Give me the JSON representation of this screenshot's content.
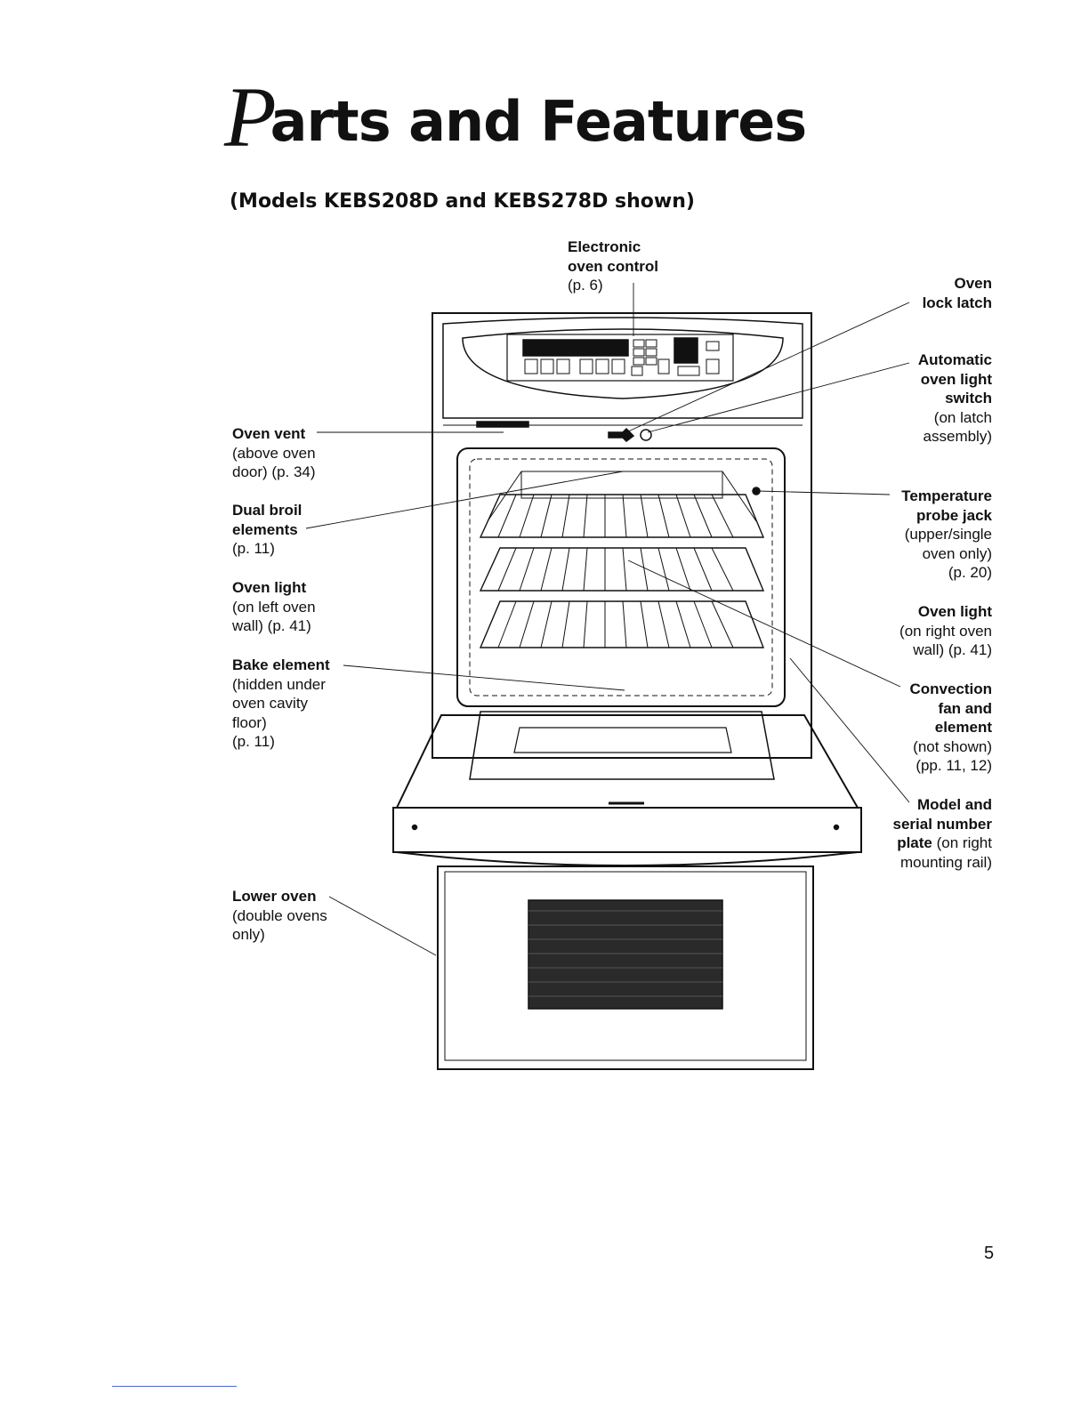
{
  "page": {
    "title_initial": "P",
    "title_rest": "arts and Features",
    "subtitle": "(Models KEBS208D and KEBS278D shown)",
    "page_number": "5"
  },
  "labels": {
    "electronic_oven_control": {
      "bold": [
        "Electronic",
        "oven control"
      ],
      "normal": [
        "(p. 6)"
      ]
    },
    "oven_lock_latch": {
      "bold": [
        "Oven",
        "lock latch"
      ],
      "normal": []
    },
    "automatic_oven_light_switch": {
      "bold": [
        "Automatic",
        "oven light",
        "switch"
      ],
      "normal": [
        "(on latch",
        "assembly)"
      ]
    },
    "oven_vent": {
      "bold": [
        "Oven vent"
      ],
      "normal": [
        "(above oven",
        "door) (p. 34)"
      ]
    },
    "dual_broil_elements": {
      "bold": [
        "Dual broil",
        "elements"
      ],
      "normal": [
        "(p. 11)"
      ]
    },
    "temperature_probe_jack": {
      "bold": [
        "Temperature",
        "probe jack"
      ],
      "normal": [
        "(upper/single",
        "oven only)",
        "(p. 20)"
      ]
    },
    "oven_light_left": {
      "bold": [
        "Oven light"
      ],
      "normal": [
        "(on left oven",
        "wall) (p. 41)"
      ]
    },
    "oven_light_right": {
      "bold": [
        "Oven light"
      ],
      "normal": [
        "(on right oven",
        "wall) (p. 41)"
      ]
    },
    "bake_element": {
      "bold": [
        "Bake element"
      ],
      "normal": [
        "(hidden under",
        "oven cavity",
        "floor)",
        "(p. 11)"
      ]
    },
    "convection_fan": {
      "bold": [
        "Convection",
        "fan and",
        "element"
      ],
      "normal": [
        "(not shown)",
        "(pp. 11, 12)"
      ]
    },
    "model_serial_plate": {
      "bold": [
        "Model and",
        "serial number",
        "plate"
      ],
      "normal": [
        "(on right",
        "mounting rail)"
      ]
    },
    "lower_oven": {
      "bold": [
        "Lower oven"
      ],
      "normal": [
        "(double ovens",
        "only)"
      ]
    }
  }
}
